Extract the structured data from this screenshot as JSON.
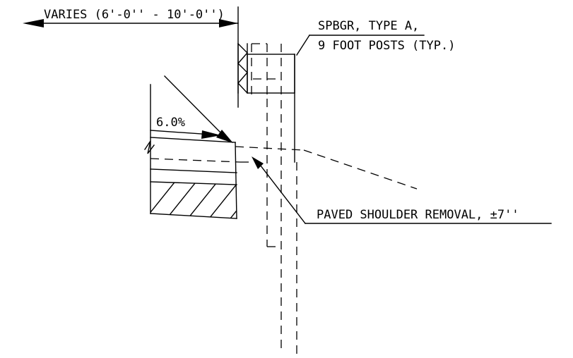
{
  "labels": {
    "varies": "VARIES (6'-0'' - 10'-0'')",
    "guardrail_line1": "SPBGR, TYPE A,",
    "guardrail_line2": "9 FOOT POSTS (TYP.)",
    "slope": "6.0%",
    "removal": "PAVED SHOULDER REMOVAL, ±7''"
  }
}
